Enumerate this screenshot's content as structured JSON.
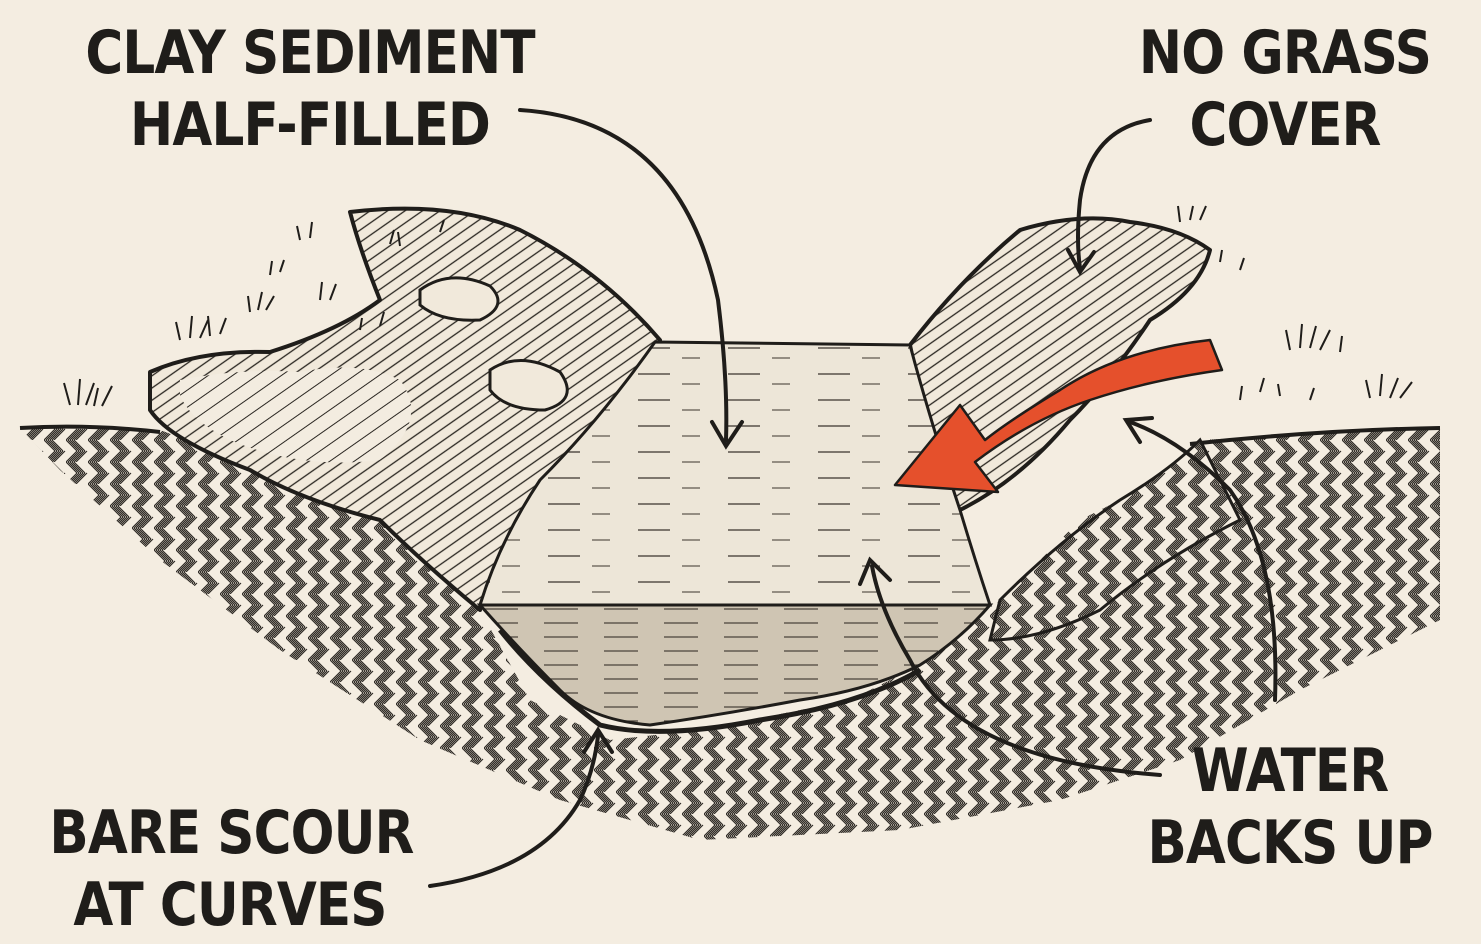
{
  "diagram": {
    "labels": {
      "clay_sediment": {
        "line1": "CLAY SEDIMENT",
        "line2": "HALF-FILLED"
      },
      "no_grass": {
        "line1": "NO GRASS",
        "line2": "COVER"
      },
      "bare_scour": {
        "line1": "BARE SCOUR",
        "line2": "AT CURVES"
      },
      "water_backs_up": {
        "line1": "WATER",
        "line2": "BACKS UP"
      }
    },
    "colors": {
      "background": "#f4ede1",
      "ink": "#1f1d1a",
      "sediment": "#ece5d7",
      "water": "#c9bfae",
      "flow_arrow": "#e5502c"
    }
  }
}
